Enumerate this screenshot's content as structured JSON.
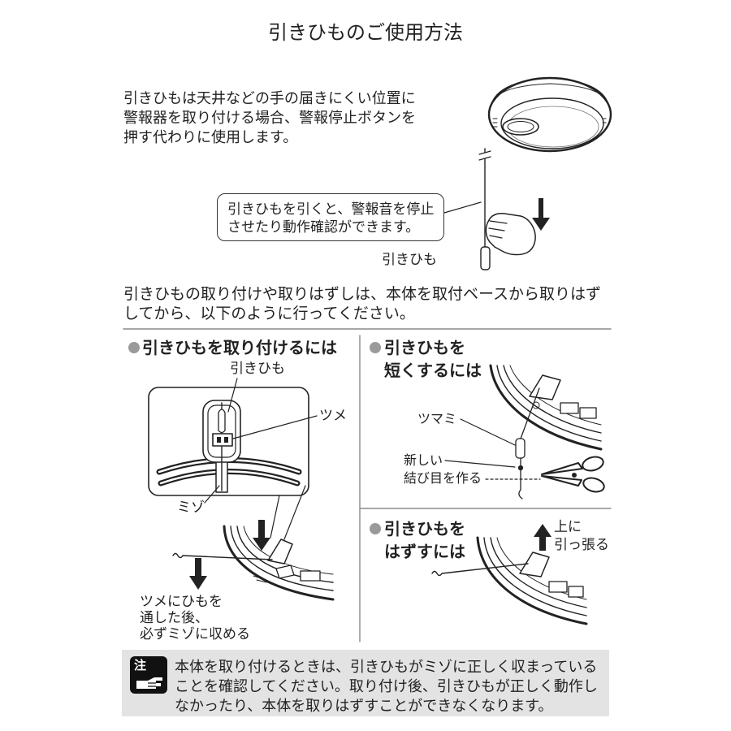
{
  "title": "引きひものご使用方法",
  "intro": {
    "lines": [
      "引きひもは天井などの手の届きにくい位置に",
      "警報器を取り付ける場合、警報停止ボタンを",
      "押す代わりに使用します。"
    ]
  },
  "callout": {
    "lines": [
      "引きひもを引くと、警報音を停止",
      "させたり動作確認ができます。"
    ]
  },
  "cord_label": "引きひも",
  "instructions": {
    "lines": [
      "引きひもの取り付けや取りはずしは、本体を取付ベースから取りはず",
      "してから、以下のように行ってください。"
    ]
  },
  "sections": {
    "attach": {
      "heading": "引きひもを取り付けるには",
      "cord_label": "引きひも",
      "claw_label": "ツメ",
      "groove_label": "ミゾ",
      "note_lines": [
        "ツメにひもを",
        "通した後、",
        "必ずミゾに収める"
      ]
    },
    "shorten": {
      "heading_lines": [
        "引きひもを",
        "短くするには"
      ],
      "knob_label": "ツマミ",
      "knot_lines": [
        "新しい",
        "結び目を作る"
      ]
    },
    "remove": {
      "heading_lines": [
        "引きひもを",
        "はずすには"
      ],
      "pull_lines": [
        "上に",
        "引っ張る"
      ]
    }
  },
  "caution": {
    "badge": "注",
    "lines": [
      "本体を取り付けるときは、引きひもがミゾに正しく収まっている",
      "ことを確認してください。取り付け後、引きひもが正しく動作し",
      "なかったり、本体を取りはずすことができなくなります。"
    ]
  },
  "icons": {
    "bullet": "bullet-icon",
    "caution": "caution-hand-icon",
    "arrow_down": "arrow-down-icon",
    "arrow_up": "arrow-up-icon",
    "scissors": "scissors-icon"
  },
  "colors": {
    "text": "#222222",
    "rule": "#8a8a8a",
    "bullet": "#9a9a9a",
    "caution_bg": "#e3e3e3",
    "badge": "#111111"
  }
}
